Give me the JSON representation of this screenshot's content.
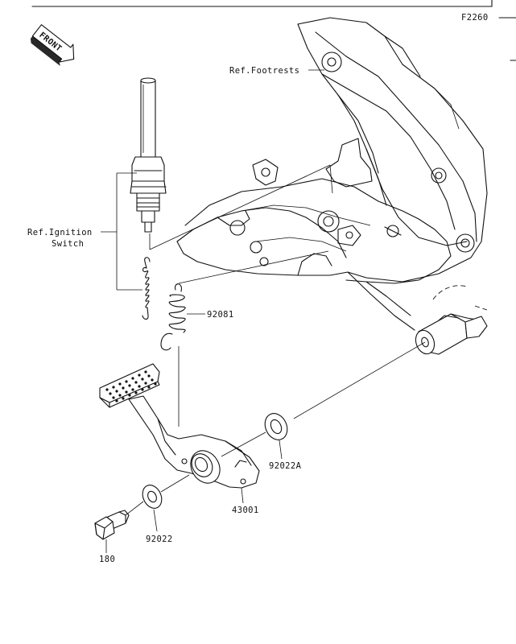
{
  "diagram_code": "F2260",
  "badge": {
    "text": "FRONT",
    "icon": "front-arrow-icon"
  },
  "references": {
    "footrests": "Ref.Footrests",
    "ignition_switch_line1": "Ref.Ignition",
    "ignition_switch_line2": "Switch"
  },
  "part_numbers": {
    "spring": "92081",
    "washer_upper": "92022A",
    "pedal": "43001",
    "washer_lower": "92022",
    "bolt": "180"
  }
}
